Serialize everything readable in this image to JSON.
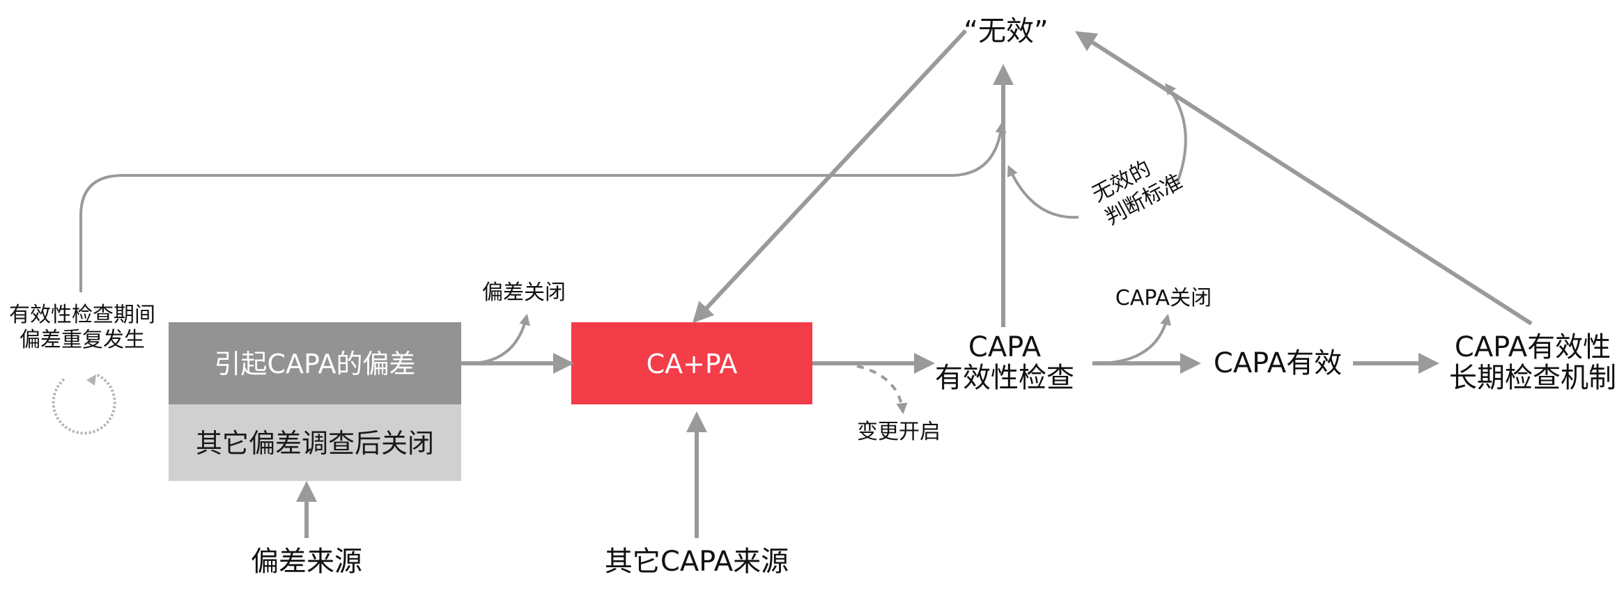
{
  "colors": {
    "arrow": "#9a9a9a",
    "box_dark": "#939393",
    "box_light": "#d0d0d0",
    "box_red": "#f33d48",
    "text": "#111111",
    "text_on_dark": "#ffffff"
  },
  "nodes": {
    "deviation_box": "引起CAPA的偏差",
    "other_deviation_box": "其它偏差调查后关闭",
    "capa_box": "CA+PA",
    "deviation_source": "偏差来源",
    "other_capa_source": "其它CAPA来源",
    "effectiveness_check_line1": "CAPA",
    "effectiveness_check_line2": "有效性检查",
    "capa_effective": "CAPA有效",
    "long_term_line1": "CAPA有效性",
    "long_term_line2": "长期检查机制",
    "invalid": "“无效”"
  },
  "labels": {
    "deviation_closed": "偏差关闭",
    "capa_closed": "CAPA关闭",
    "change_opened": "变更开启",
    "invalid_criteria_line1": "无效的",
    "invalid_criteria_line2": "判断标准",
    "recurrence_line1": "有效性检查期间",
    "recurrence_line2": "偏差重复发生"
  },
  "icons": {
    "recurrence": "circular-refresh-icon"
  }
}
